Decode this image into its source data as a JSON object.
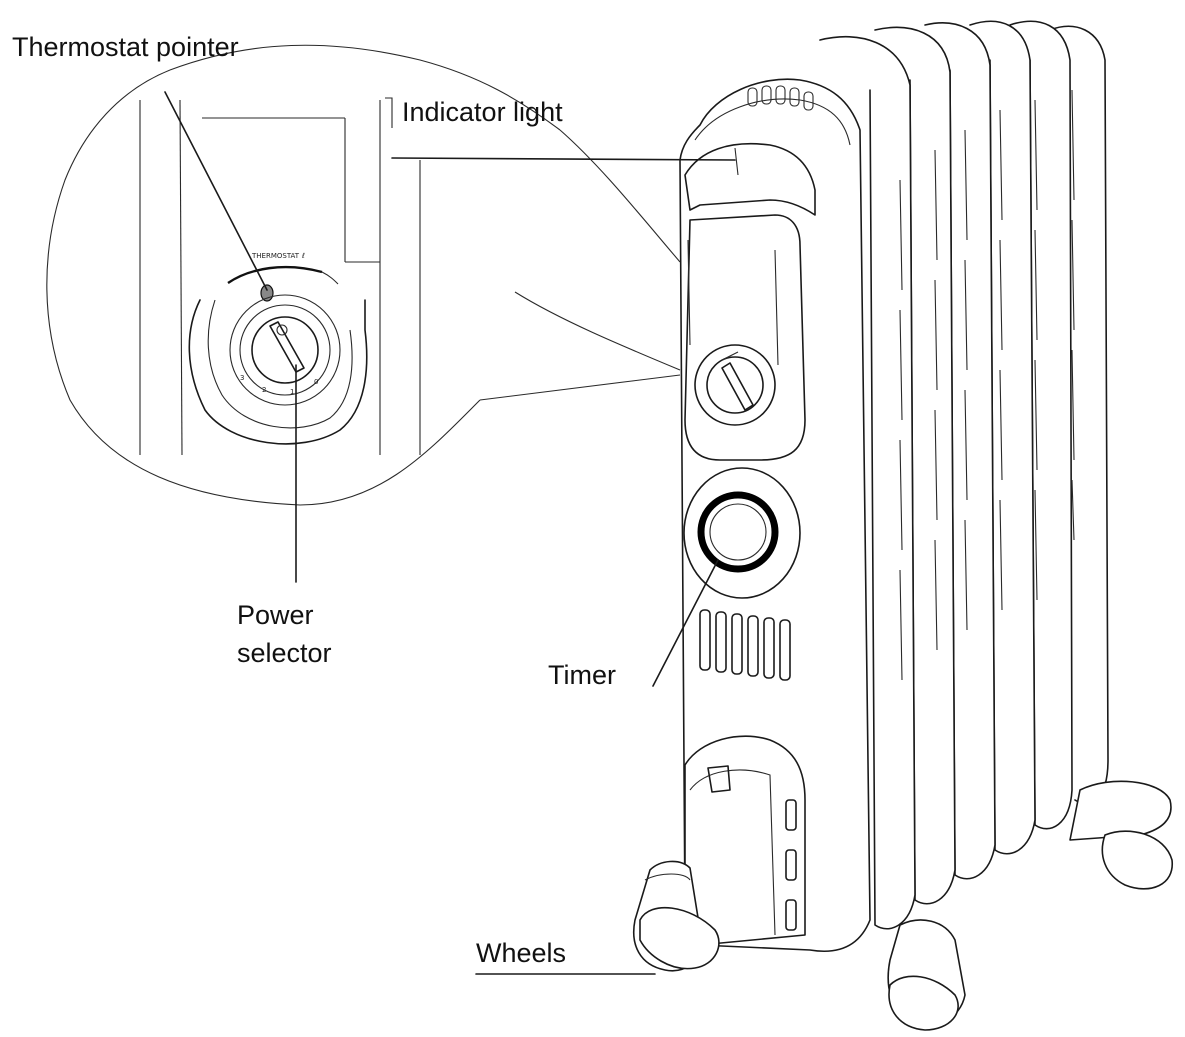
{
  "labels": {
    "thermostat_pointer": "Thermostat pointer",
    "indicator_light": "Indicator light",
    "power_selector_line1": "Power",
    "power_selector_line2": "selector",
    "timer": "Timer",
    "wheels": "Wheels"
  },
  "dial": {
    "thermostat_text": "THERMOSTAT",
    "scale_numbers": [
      "3",
      "2",
      "1",
      "0"
    ]
  },
  "colors": {
    "ink": "#1a1a1a",
    "background": "#ffffff"
  }
}
